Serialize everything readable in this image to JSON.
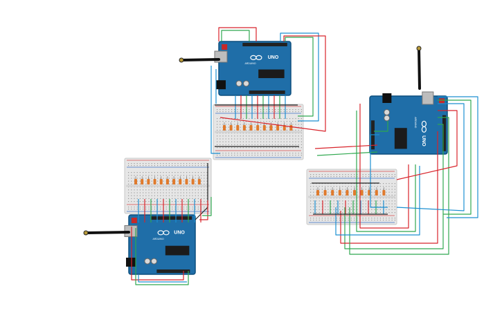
{
  "canvas": {
    "background": "#ffffff"
  },
  "colors": {
    "board_blue": "#1f6ea8",
    "board_dark": "#0d4f7e",
    "breadboard": "#e6e6e6",
    "breadboard_rail_red": "#d94a4a",
    "breadboard_rail_blue": "#3b6fc7",
    "wire_red": "#d8232a",
    "wire_green": "#2fa84f",
    "wire_blue": "#1c8fd1",
    "wire_black": "#222222",
    "resistor": "#e07a2c",
    "chip": "#1b1b1b",
    "plug_black": "#111111",
    "plug_brass": "#b89a3a"
  },
  "boards": [
    {
      "id": "arduino-top",
      "model_label": "UNO",
      "brand_label": "ARDUINO",
      "logo": "infinity-logo"
    },
    {
      "id": "arduino-right",
      "model_label": "UNO",
      "brand_label": "ARDUINO",
      "logo": "infinity-logo"
    },
    {
      "id": "arduino-bottom",
      "model_label": "UNO",
      "brand_label": "ARDUINO",
      "logo": "infinity-logo"
    }
  ],
  "breadboards": [
    {
      "id": "breadboard-top",
      "resistor_count": 11
    },
    {
      "id": "breadboard-left",
      "resistor_count": 11
    },
    {
      "id": "breadboard-right",
      "resistor_count": 10
    }
  ],
  "icons": {
    "usb_plug": "usb-plug-icon",
    "logo": "arduino-infinity-icon"
  }
}
